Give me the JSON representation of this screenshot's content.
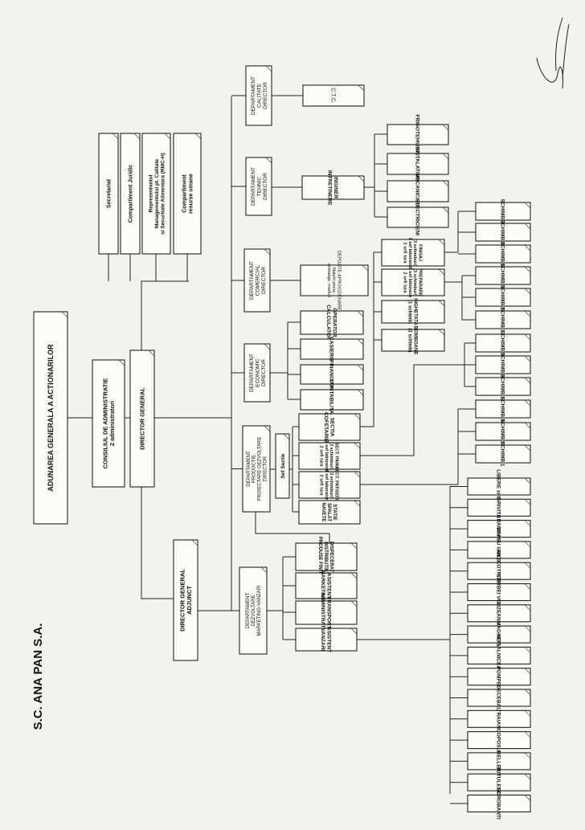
{
  "company": "S.C. ANA PAN S.A.",
  "nodes": {
    "aga": {
      "lines": [
        "ADUNAREA GENERALA A ACTIONARILOR"
      ]
    },
    "ca": {
      "lines": [
        "CONSILIUL DE ADMINISTRATIE",
        "2 administratori"
      ]
    },
    "dg": {
      "lines": [
        "DIRECTOR GENERAL"
      ]
    },
    "dga": {
      "lines": [
        "DIRECTOR GENERAL",
        "ADJUNCT"
      ]
    },
    "staff_secretariat": {
      "lines": [
        "Secretariat"
      ]
    },
    "staff_juridic": {
      "lines": [
        "Compartiment Juridic"
      ]
    },
    "staff_rmc": {
      "lines": [
        "Reprezentantul",
        "Managementului pt. Calitate",
        "si Securitate Alimentara (RMC-H)"
      ]
    },
    "staff_ru": {
      "lines": [
        "Compartiment",
        "resurse umane"
      ]
    },
    "dep_calitate": {
      "lines": [
        "DEPARTAMENT",
        "CALITATE",
        "DIRECTOR"
      ]
    },
    "ctc": {
      "lines": [
        "C.T.C."
      ]
    },
    "dep_tehnic": {
      "lines": [
        "DEPARTAMENT",
        "TEHNIC",
        "DIRECTOR"
      ]
    },
    "inginer": {
      "lines": [
        "INGINER",
        "INTRETINERE"
      ]
    },
    "frigotehnisti": {
      "lines": [
        "FRIGOTEHNISTI"
      ]
    },
    "instalatori": {
      "lines": [
        "INSTALATORI"
      ]
    },
    "mecanici": {
      "lines": [
        "MECANICI-RM"
      ]
    },
    "electricieni": {
      "lines": [
        "ELECTRICIENI"
      ]
    },
    "dep_comercial": {
      "lines": [
        "DEPARTAMENT",
        "COMERCIAL",
        "DIRECTOR"
      ]
    },
    "depozite": {
      "lines": [
        "DEPOZITE-APROVIZIONARE",
        "Materii prime,",
        "ambalaje, marfuri"
      ]
    },
    "dep_economic": {
      "lines": [
        "DEPARTAMENT",
        "ECONOMIC",
        "DIRECTOR"
      ]
    },
    "operator": {
      "lines": [
        "OPERATOR",
        "CALCULATOR"
      ]
    },
    "casierie": {
      "lines": [
        "CASIERIE"
      ]
    },
    "financiar": {
      "lines": [
        "FINANCIAR"
      ]
    },
    "contabilitate": {
      "lines": [
        "CONTABILITATE"
      ]
    },
    "dep_productie": {
      "lines": [
        "DEPARTAMENT",
        "PRODUCTIE",
        "PROIECTARE-DEZVOLTARE",
        "DIRECTOR"
      ]
    },
    "sef_sectie": {
      "lines": [
        "Sef Sectie"
      ]
    },
    "sectia_cofetarie": {
      "lines": [
        "SECTIA",
        "COFETARIE"
      ]
    },
    "sect_paine": {
      "lines": [
        "SECT. PAINE",
        "(3 schimburi)",
        "1 sef laborator",
        "2 sefi tura"
      ]
    },
    "sect_patiserie": {
      "lines": [
        "SECT. PATISERIE",
        "(3 schimburi)",
        "1 sef laborator",
        "2 sefi tura"
      ]
    },
    "statie": {
      "lines": [
        "STATIE",
        "SPALAT",
        "NAVETE"
      ]
    },
    "finisaj": {
      "lines": [
        "FINISAJ",
        "(3 schimburi)",
        "1 sef laborator",
        "2 sefi tura"
      ]
    },
    "preparare": {
      "lines": [
        "PREPARARE",
        "(3 schimburi)",
        "1 sef laborator",
        "2 sefi tura"
      ]
    },
    "inghetata": {
      "lines": [
        "INGHETATA",
        "(1 schimb)"
      ]
    },
    "bomboane": {
      "lines": [
        "BOMBOANE",
        "(1 schimb)"
      ]
    },
    "dep_marketing": {
      "lines": [
        "DEPARTAMENT",
        "DEZVOLTARE",
        "MARKETING-VANZARI"
      ]
    },
    "dispecerat": {
      "lines": [
        "DISPECERAT",
        "DISTRIBUTIE",
        "PRODUSE FINITE"
      ]
    },
    "asistent_marketing": {
      "lines": [
        "ASISTENT",
        "MARKETING"
      ]
    },
    "transport": {
      "lines": [
        "TRANSPORT",
        "ADMINISTRATIV"
      ]
    },
    "asistent_vanzari": {
      "lines": [
        "ASISTENT",
        "VANZARI"
      ]
    },
    "f3": {
      "lines": [
        "SCHIMB 3"
      ]
    },
    "f2": {
      "lines": [
        "SCHIMB 2"
      ]
    },
    "f1": {
      "lines": [
        "SCHIMB 1"
      ]
    },
    "p3": {
      "lines": [
        "SCHIMB 3"
      ]
    },
    "p2": {
      "lines": [
        "SCHIMB 2"
      ]
    },
    "p1": {
      "lines": [
        "SCHIMB 1"
      ]
    },
    "pa3": {
      "lines": [
        "SCHIMB 3"
      ]
    },
    "pa2": {
      "lines": [
        "SCHIMB 2"
      ]
    },
    "pa1": {
      "lines": [
        "SCHIMB 1"
      ]
    },
    "pt3": {
      "lines": [
        "SCHIMB 3"
      ]
    },
    "pt2": {
      "lines": [
        "SCHIMB 2"
      ]
    },
    "pt1": {
      "lines": [
        "SCHIMB 1"
      ]
    },
    "s_libere": {
      "lines": [
        "LIBERE si CO"
      ]
    },
    "s_grivita": {
      "lines": [
        "GRIVITA"
      ]
    },
    "s_crangasi": {
      "lines": [
        "CRANGASI"
      ]
    },
    "s_dinicu": {
      "lines": [
        "DINICU GOLESCU"
      ]
    },
    "s_nic": {
      "lines": [
        "NIC COTROCENI"
      ]
    },
    "s_stirbei": {
      "lines": [
        "STIRBEI VODA"
      ]
    },
    "s_lizeanu": {
      "lines": [
        "LIZEANU"
      ]
    },
    "s_magheru": {
      "lines": [
        "MAGHERU"
      ]
    },
    "s_kogalniceanu": {
      "lines": [
        "KOGALNICEANU"
      ]
    },
    "s_pompei": {
      "lines": [
        "POMPEI"
      ]
    },
    "s_decebal": {
      "lines": [
        "DECEBAL"
      ]
    },
    "s_traian": {
      "lines": [
        "TRAIAN"
      ]
    },
    "s_coposu": {
      "lines": [
        "COPOSU"
      ]
    },
    "s_beller": {
      "lines": [
        "BELLER"
      ]
    },
    "s_tutulescu": {
      "lines": [
        "TUTULESCU"
      ]
    },
    "s_dorobanti": {
      "lines": [
        "DOROBANTI"
      ]
    }
  }
}
